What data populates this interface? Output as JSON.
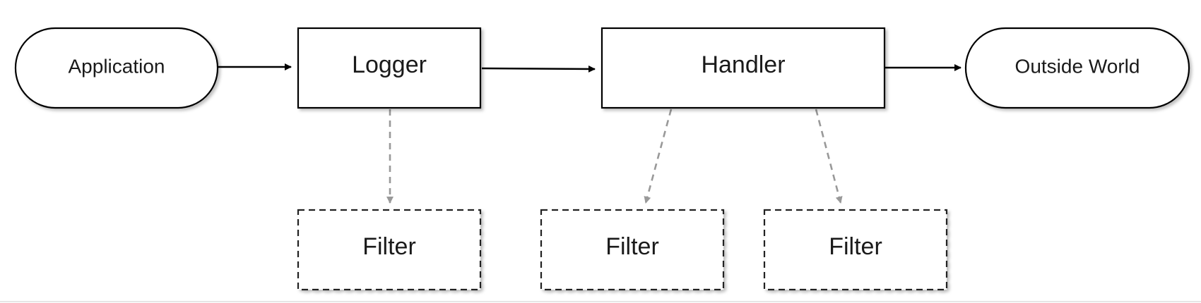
{
  "diagram": {
    "nodes": {
      "application": "Application",
      "logger": "Logger",
      "handler": "Handler",
      "outside_world": "Outside World",
      "filter_logger": "Filter",
      "filter_handler_1": "Filter",
      "filter_handler_2": "Filter"
    },
    "colors": {
      "solid_edge": "#000000",
      "dashed_edge": "#999999",
      "node_border": "#000000",
      "background": "#ffffff"
    }
  }
}
